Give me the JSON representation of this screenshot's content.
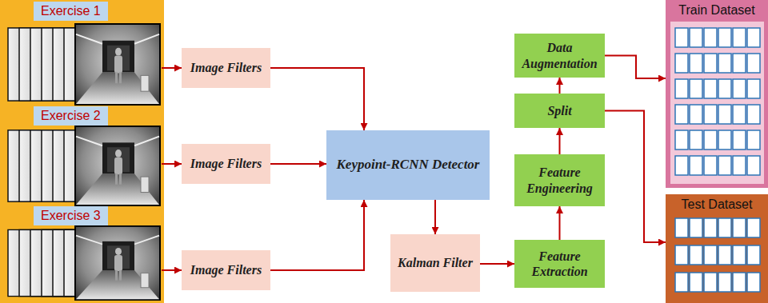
{
  "diagram": {
    "nodes": [
      {
        "text": [
          "Exercise 1"
        ]
      },
      {
        "text": [
          "Exercise 2"
        ]
      },
      {
        "text": [
          "Exercise 3"
        ]
      },
      {
        "text": [
          "Image Filters"
        ]
      },
      {
        "text": [
          "Image Filters"
        ]
      },
      {
        "text": [
          "Image Filters"
        ]
      },
      {
        "text": [
          "Keypoint-RCNN Detector"
        ]
      },
      {
        "text": [
          "Kalman Filter"
        ]
      },
      {
        "text": [
          "Feature Extraction"
        ]
      },
      {
        "text": [
          "Feature Engineering"
        ]
      },
      {
        "text": [
          "Split"
        ]
      },
      {
        "text": [
          "Data Augmentation"
        ]
      },
      {
        "text": [
          "Train Dataset"
        ]
      },
      {
        "text": [
          "Test Dataset"
        ]
      }
    ],
    "edges": [
      {
        "from": 0,
        "to": 3,
        "arrow": "to"
      },
      {
        "from": 1,
        "to": 4,
        "arrow": "to"
      },
      {
        "from": 2,
        "to": 5,
        "arrow": "to"
      },
      {
        "from": 3,
        "to": 6,
        "arrow": "to"
      },
      {
        "from": 4,
        "to": 6,
        "arrow": "to"
      },
      {
        "from": 5,
        "to": 6,
        "arrow": "to"
      },
      {
        "from": 6,
        "to": 7,
        "arrow": "to"
      },
      {
        "from": 7,
        "to": 8,
        "arrow": "to"
      },
      {
        "from": 8,
        "to": 9,
        "arrow": "to"
      },
      {
        "from": 9,
        "to": 10,
        "arrow": "to"
      },
      {
        "from": 10,
        "to": 11,
        "arrow": "to"
      },
      {
        "from": 11,
        "to": 12,
        "arrow": "to"
      },
      {
        "from": 10,
        "to": 13,
        "arrow": "to"
      }
    ]
  }
}
